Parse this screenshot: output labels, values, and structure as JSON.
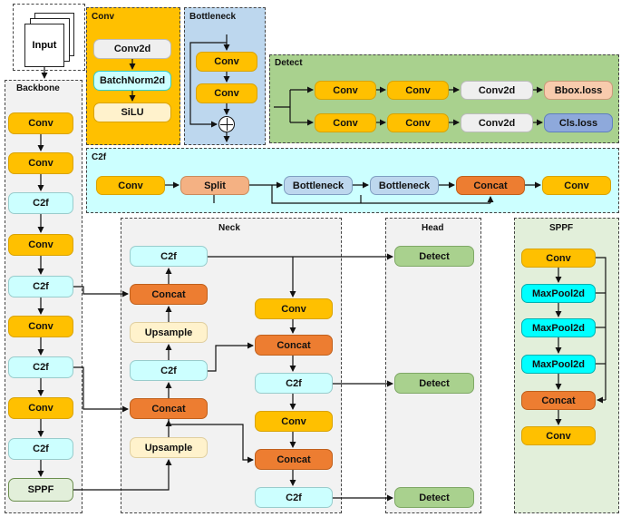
{
  "input": {
    "label": "Input"
  },
  "backbone": {
    "title": "Backbone",
    "blocks": [
      "Conv",
      "Conv",
      "C2f",
      "Conv",
      "C2f",
      "Conv",
      "C2f",
      "Conv",
      "C2f",
      "SPPF"
    ]
  },
  "conv_module": {
    "title": "Conv",
    "blocks": [
      "Conv2d",
      "BatchNorm2d",
      "SiLU"
    ]
  },
  "bottleneck_module": {
    "title": "Bottleneck",
    "blocks": [
      "Conv",
      "Conv"
    ]
  },
  "detect_module": {
    "title": "Detect",
    "top_row": [
      "Conv",
      "Conv",
      "Conv2d",
      "Bbox.loss"
    ],
    "bottom_row": [
      "Conv",
      "Conv",
      "Conv2d",
      "Cls.loss"
    ]
  },
  "c2f_module": {
    "title": "C2f",
    "blocks": [
      "Conv",
      "Split",
      "Bottleneck",
      "Bottleneck",
      "Concat",
      "Conv"
    ]
  },
  "neck": {
    "title": "Neck",
    "left_column": [
      "C2f",
      "Concat",
      "Upsample",
      "C2f",
      "Concat",
      "Upsample"
    ],
    "right_column": [
      "Conv",
      "Concat",
      "C2f",
      "Conv",
      "Concat",
      "C2f"
    ]
  },
  "head": {
    "title": "Head",
    "blocks": [
      "Detect",
      "Detect",
      "Detect"
    ]
  },
  "sppf_module": {
    "title": "SPPF",
    "blocks": [
      "Conv",
      "MaxPool2d",
      "MaxPool2d",
      "MaxPool2d",
      "Concat",
      "Conv"
    ]
  },
  "colors": {
    "conv": "#FFC000",
    "c2f": "#CCFFFF",
    "concat": "#ED7D31",
    "upsample": "#FFF2CC",
    "detect": "#A9D18E",
    "split": "#F4B183",
    "bottleneck": "#BDD7EE",
    "bbox_loss": "#F8CBAD",
    "cls_loss": "#8EA9DB",
    "maxpool": "#00FFFF",
    "conv_panel": "#FFC000",
    "bottleneck_panel": "#BDD7EE",
    "detect_panel": "#A9D18E",
    "c2f_panel": "#CCFFFF",
    "sppf_panel": "#E2EFDA",
    "neck_panel": "#F2F2F2"
  }
}
